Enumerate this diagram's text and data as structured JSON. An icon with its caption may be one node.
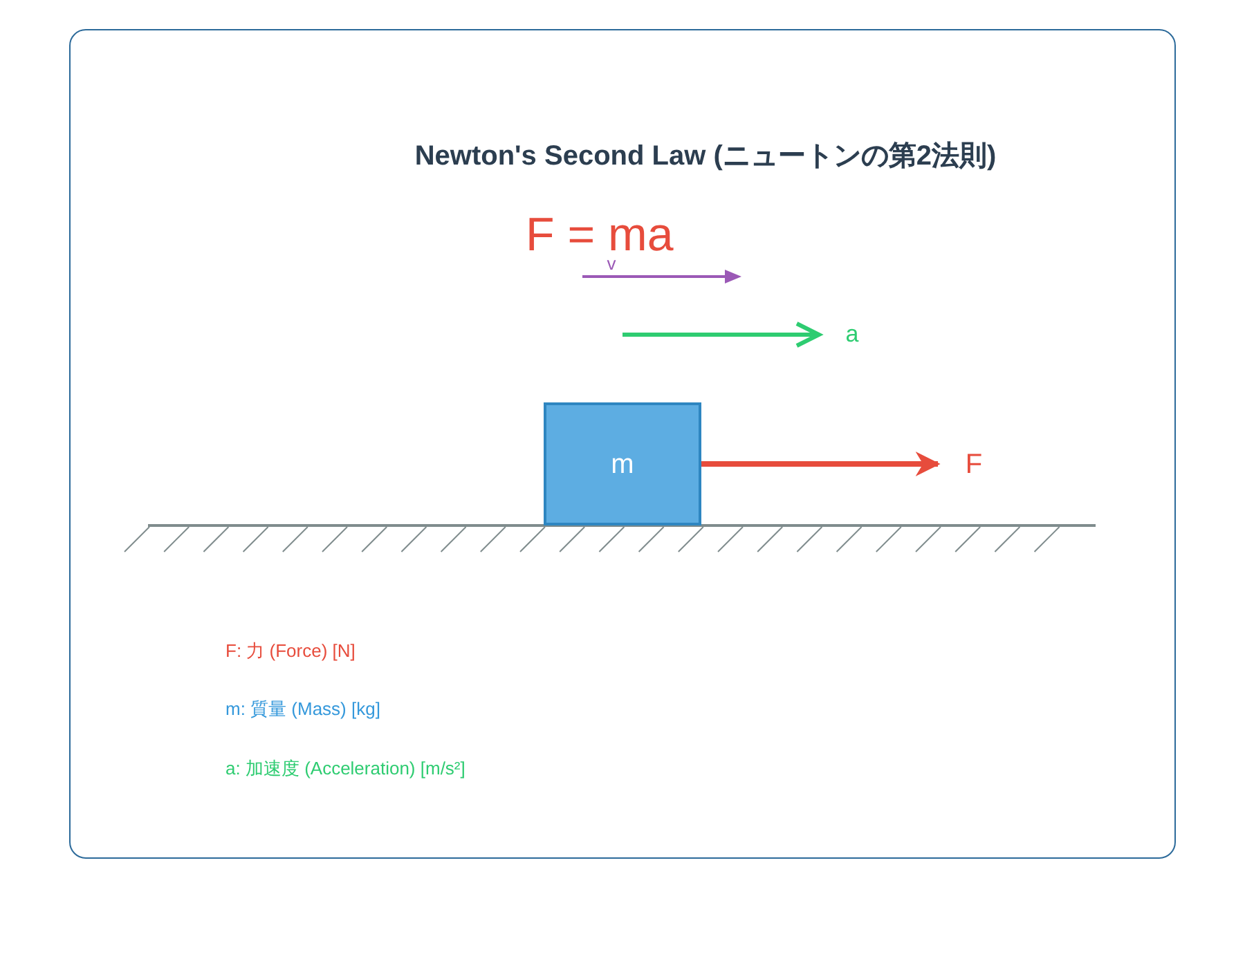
{
  "diagram": {
    "title": "Newton's Second Law (ニュートンの第2法則)",
    "nodes": [
      {
        "text": [
          "m"
        ]
      },
      {
        "text": [
          "F"
        ]
      }
    ],
    "edges": [
      {
        "from": 0,
        "to": 1,
        "arrow": "to"
      }
    ],
    "labels": [
      "F = ma",
      "v",
      "a",
      "F: 力 (Force) [N]",
      "m: 質量 (Mass) [kg]",
      "a: 加速度 (Acceleration) [m/s²]"
    ]
  }
}
